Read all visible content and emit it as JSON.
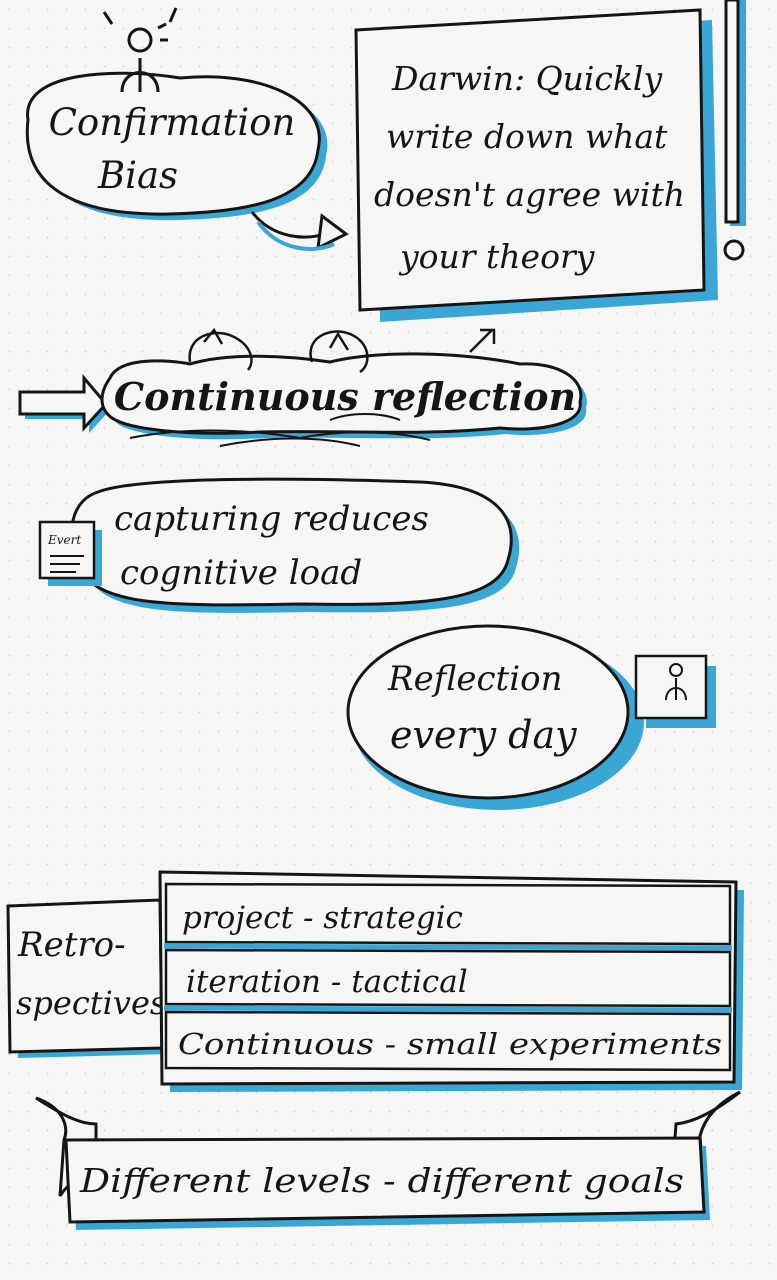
{
  "confirmation_bias": {
    "line1": "Confirmation",
    "line2": "Bias"
  },
  "darwin_note": {
    "line1": "Darwin: Quickly",
    "line2": "write down what",
    "line3": "doesn't agree with",
    "line4": "your theory"
  },
  "continuous_reflection": {
    "label": "Continuous reflection"
  },
  "capturing": {
    "line1": "capturing reduces",
    "line2": "cognitive load",
    "icon_label": "Evert"
  },
  "daily_reflection": {
    "line1": "Reflection",
    "line2": "every day"
  },
  "retrospectives": {
    "label_line1": "Retro-",
    "label_line2": "spectives",
    "rows": [
      {
        "text": "project - strategic"
      },
      {
        "text": "iteration - tactical"
      },
      {
        "text": "Continuous - small experiments"
      }
    ]
  },
  "banner": {
    "text": "Different levels - different goals"
  },
  "colors": {
    "accent_blue": "#3aa6d6",
    "ink": "#151515",
    "paper": "#f6f6f4"
  }
}
